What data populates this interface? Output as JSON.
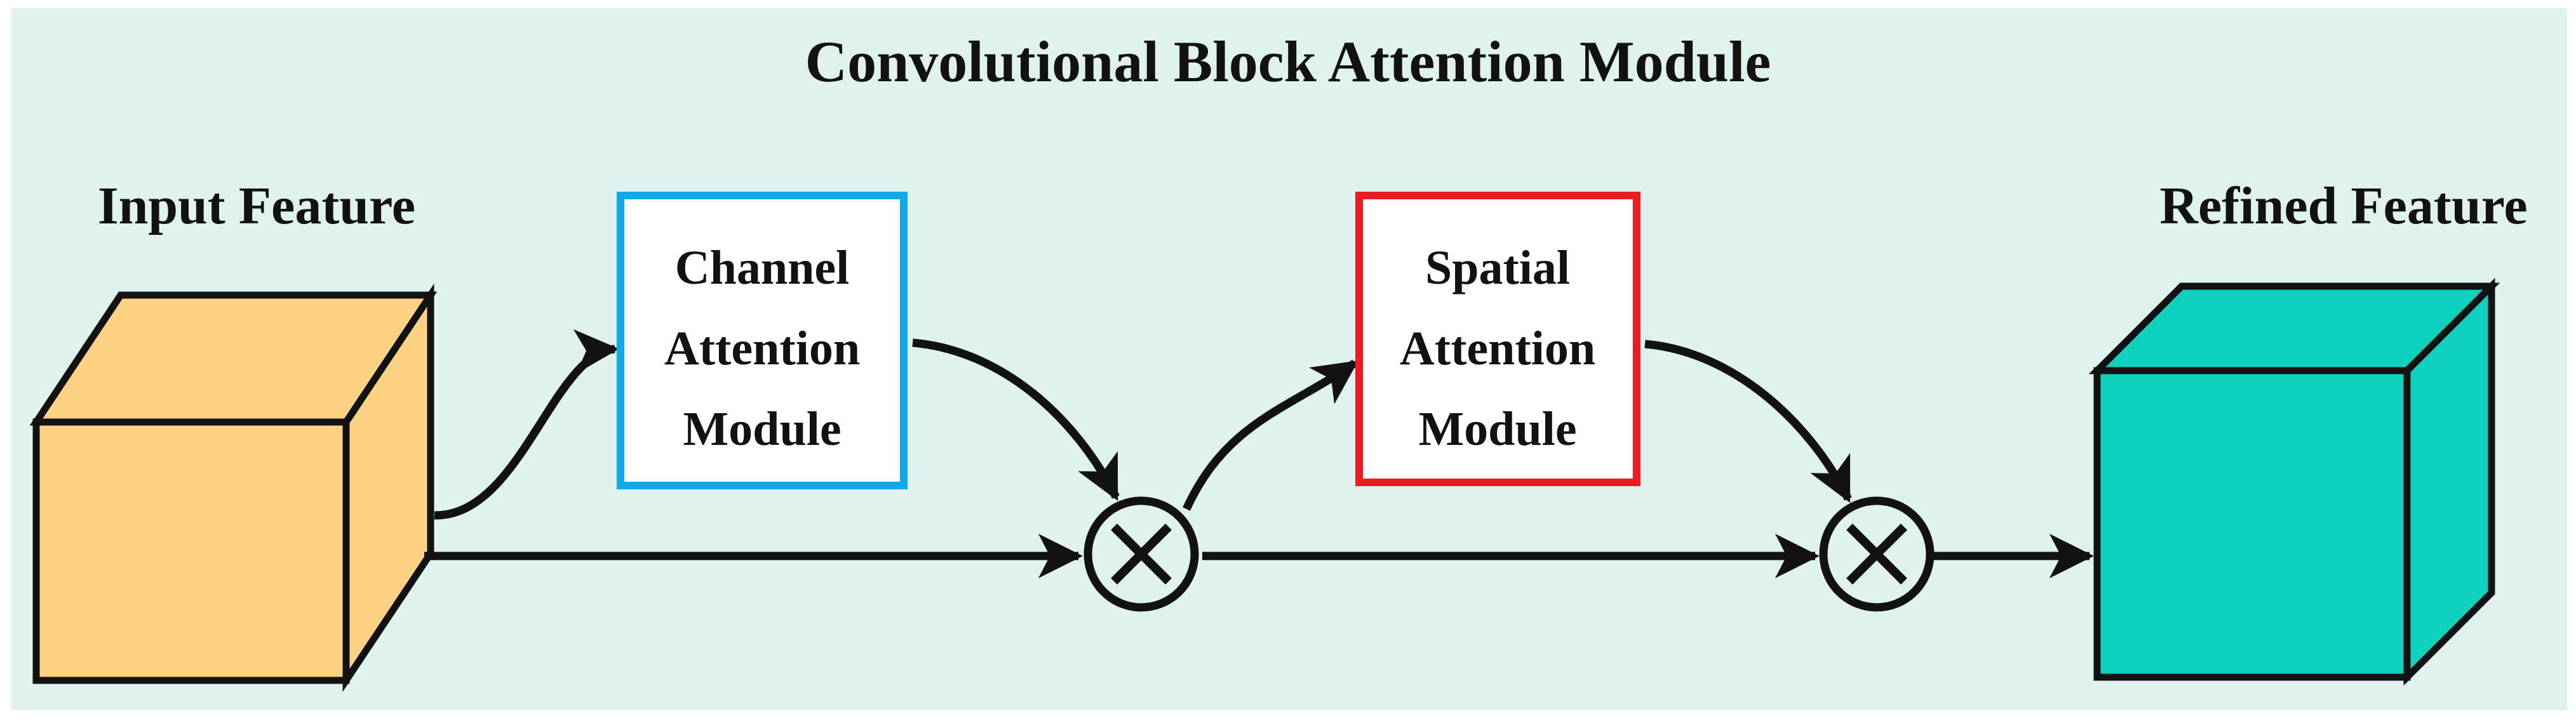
{
  "title": "Convolutional Block Attention Module",
  "colors": {
    "page": "#ffffff",
    "panel": "#e0f2ed",
    "input_cube": "#fdd383",
    "refined_cube": "#0fd2be",
    "channel_border": "#12a9e8",
    "spatial_border": "#ec1c24",
    "module_fill": "#ffffff",
    "line": "#121212"
  },
  "input_feature": {
    "label": "Input Feature"
  },
  "refined_feature": {
    "label": "Refined Feature"
  },
  "modules": {
    "channel": {
      "lines": [
        "Channel",
        "Attention",
        "Module"
      ]
    },
    "spatial": {
      "lines": [
        "Spatial",
        "Attention",
        "Module"
      ]
    }
  },
  "operator": {
    "symbol": "⊗"
  }
}
